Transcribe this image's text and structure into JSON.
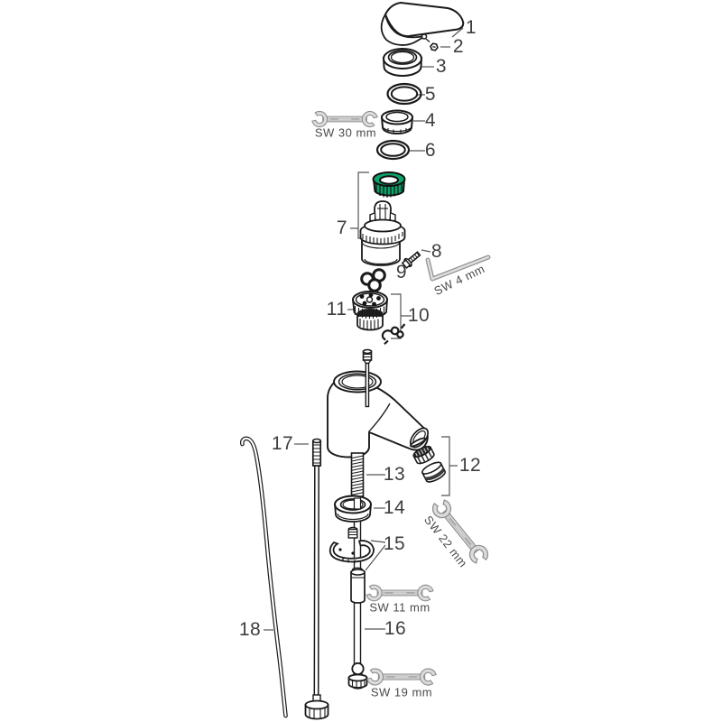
{
  "diagram": {
    "kind": "exploded-parts-diagram",
    "parts": {
      "p1": "1",
      "p2": "2",
      "p3": "3",
      "p4": "4",
      "p5": "5",
      "p6": "6",
      "p7": "7",
      "p8": "8",
      "p9": "9",
      "p10": "10",
      "p11": "11",
      "p12": "12",
      "p13": "13",
      "p14": "14",
      "p15": "15",
      "p16": "16",
      "p17": "17",
      "p18": "18"
    },
    "tools": {
      "sw30": "SW 30 mm",
      "sw4": "SW 4 mm",
      "sw22": "SW 22 mm",
      "sw11": "SW 11 mm",
      "sw19": "SW 19 mm"
    },
    "colors": {
      "line": "#1a1a1a",
      "label_text": "#3e3e3e",
      "tool_fill": "#dcdcdc",
      "tool_stroke": "#8e8e8e",
      "accent_green": "#0ca36a"
    }
  }
}
